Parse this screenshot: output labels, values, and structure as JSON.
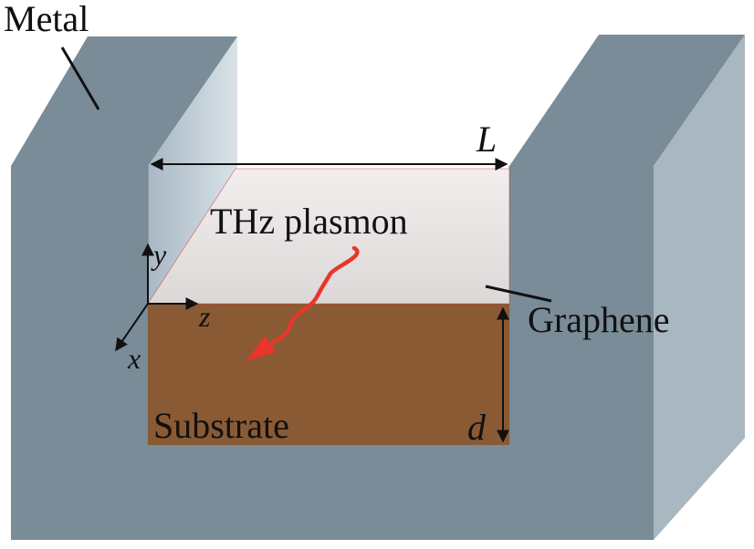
{
  "labels": {
    "metal": "Metal",
    "length": "L",
    "plasmon": "THz plasmon",
    "graphene": "Graphene",
    "substrate": "Substrate",
    "depth": "d",
    "axis_y": "y",
    "axis_z": "z",
    "axis_x": "x"
  },
  "colors": {
    "metal_front": "#7a8c98",
    "metal_side": "#a9b7c1",
    "metal_top": "#7a8c98",
    "substrate": "#8a5a34",
    "graphene_sheet": "#ebe7e7",
    "graphene_lattice": "#e03a2e",
    "plasmon_arrow": "#e8362a",
    "ink": "#111111"
  },
  "icons": {
    "graphene": "hexagonal-lattice",
    "plasmon": "wavy-arrow"
  }
}
